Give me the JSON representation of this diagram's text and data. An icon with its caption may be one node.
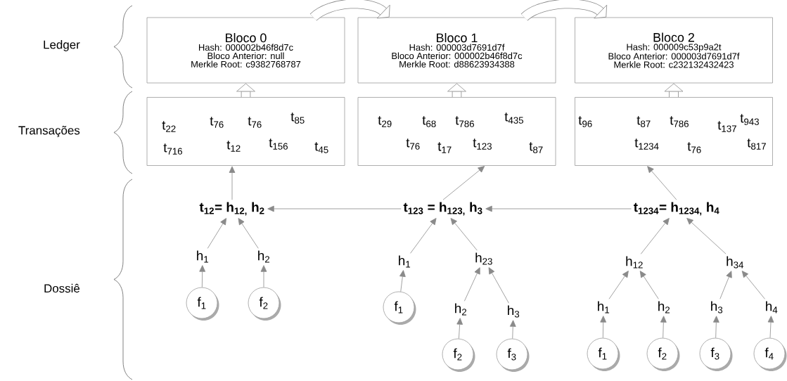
{
  "diagram": {
    "nodes": [
      {
        "text": [
          "Bloco 0",
          "Hash:  000002b46f8d7c",
          "Bloco Anterior: null",
          "Merkle Root: c9382768787"
        ]
      },
      {
        "text": [
          "Bloco 1",
          "Hash:  000003d7691d7f",
          "Bloco Anterior: 000002b46f8d7c",
          "Merkle Root: d88623934388"
        ]
      },
      {
        "text": [
          "Bloco 2",
          "Hash:  000009c53p9a2t",
          "Bloco Anterior: 000003d7691d7f",
          "Merkle Root: c232132432423"
        ]
      },
      {
        "text": [
          "t$_{22}$",
          "t$_{76}$",
          "t$_{76}$",
          "t$_{85}$",
          "t$_{716}$",
          "t$_{12}$",
          "t$_{156}$",
          "t$_{45}$"
        ]
      },
      {
        "text": [
          "t$_{29}$",
          "t$_{68}$",
          "t$_{786}$",
          "t$_{435}$",
          "t$_{76}$",
          "t$_{17}$",
          "t$_{123}$",
          "t$_{87}$"
        ]
      },
      {
        "text": [
          "t$_{96}$",
          "t$_{87}$",
          "t$_{786}$",
          "t$_{137}$",
          "t$_{943}$",
          "t$_{1234}$",
          "t$_{76}$",
          "t$_{817}$"
        ]
      },
      {
        "text": [
          "t$_{12}$= h$_{12,}$ h$_{2}$"
        ]
      },
      {
        "text": [
          "t$_{123}$ = h$_{123,}$ h$_{3}$"
        ]
      },
      {
        "text": [
          "t$_{1234}$= h$_{1234,}$ h$_{4}$"
        ]
      },
      {
        "text": [
          "h$_{1}$"
        ]
      },
      {
        "text": [
          "h$_{2}$"
        ]
      },
      {
        "text": [
          "f$_{1}$"
        ]
      },
      {
        "text": [
          "f$_{2}$"
        ]
      },
      {
        "text": [
          "h$_{1}$"
        ]
      },
      {
        "text": [
          "h$_{23}$"
        ]
      },
      {
        "text": [
          "f$_{1}$"
        ]
      },
      {
        "text": [
          "h$_{2}$"
        ]
      },
      {
        "text": [
          "h$_{3}$"
        ]
      },
      {
        "text": [
          "f$_{2}$"
        ]
      },
      {
        "text": [
          "f$_{3}$"
        ]
      },
      {
        "text": [
          "h$_{12}$"
        ]
      },
      {
        "text": [
          "h$_{34}$"
        ]
      },
      {
        "text": [
          "h$_{1}$"
        ]
      },
      {
        "text": [
          "h$_{2}$"
        ]
      },
      {
        "text": [
          "h$_{3}$"
        ]
      },
      {
        "text": [
          "h$_{4}$"
        ]
      },
      {
        "text": [
          "f$_{1}$"
        ]
      },
      {
        "text": [
          "f$_{2}$"
        ]
      },
      {
        "text": [
          "f$_{3}$"
        ]
      },
      {
        "text": [
          "f$_{4}$"
        ]
      }
    ],
    "edges": [
      {
        "from": 0,
        "to": 1,
        "arrow": "to",
        "style": "thick"
      },
      {
        "from": 1,
        "to": 2,
        "arrow": "to",
        "style": "thick"
      },
      {
        "from": 3,
        "to": 0,
        "arrow": "to",
        "style": "thick"
      },
      {
        "from": 4,
        "to": 1,
        "arrow": "to",
        "style": "thick"
      },
      {
        "from": 5,
        "to": 2,
        "arrow": "to",
        "style": "thick"
      },
      {
        "from": 6,
        "to": 3,
        "arrow": "to"
      },
      {
        "from": 7,
        "to": 4,
        "arrow": "to"
      },
      {
        "from": 8,
        "to": 5,
        "arrow": "to"
      },
      {
        "from": 7,
        "to": 6,
        "arrow": "to"
      },
      {
        "from": 8,
        "to": 7,
        "arrow": "to"
      },
      {
        "from": 9,
        "to": 6,
        "arrow": "to"
      },
      {
        "from": 10,
        "to": 6,
        "arrow": "to"
      },
      {
        "from": 11,
        "to": 9,
        "arrow": "to"
      },
      {
        "from": 12,
        "to": 10,
        "arrow": "to"
      },
      {
        "from": 13,
        "to": 7,
        "arrow": "to"
      },
      {
        "from": 14,
        "to": 7,
        "arrow": "to"
      },
      {
        "from": 15,
        "to": 13,
        "arrow": "to"
      },
      {
        "from": 16,
        "to": 14,
        "arrow": "to"
      },
      {
        "from": 17,
        "to": 14,
        "arrow": "to"
      },
      {
        "from": 18,
        "to": 16,
        "arrow": "to"
      },
      {
        "from": 19,
        "to": 17,
        "arrow": "to"
      },
      {
        "from": 20,
        "to": 8,
        "arrow": "to"
      },
      {
        "from": 21,
        "to": 8,
        "arrow": "to"
      },
      {
        "from": 22,
        "to": 20,
        "arrow": "to"
      },
      {
        "from": 23,
        "to": 20,
        "arrow": "to"
      },
      {
        "from": 24,
        "to": 21,
        "arrow": "to"
      },
      {
        "from": 25,
        "to": 21,
        "arrow": "to"
      },
      {
        "from": 26,
        "to": 22,
        "arrow": "to"
      },
      {
        "from": 27,
        "to": 23,
        "arrow": "to"
      },
      {
        "from": 28,
        "to": 24,
        "arrow": "to"
      },
      {
        "from": 29,
        "to": 25,
        "arrow": "to"
      }
    ],
    "labels": [
      "Ledger",
      "Transações",
      "Dossiê"
    ]
  }
}
